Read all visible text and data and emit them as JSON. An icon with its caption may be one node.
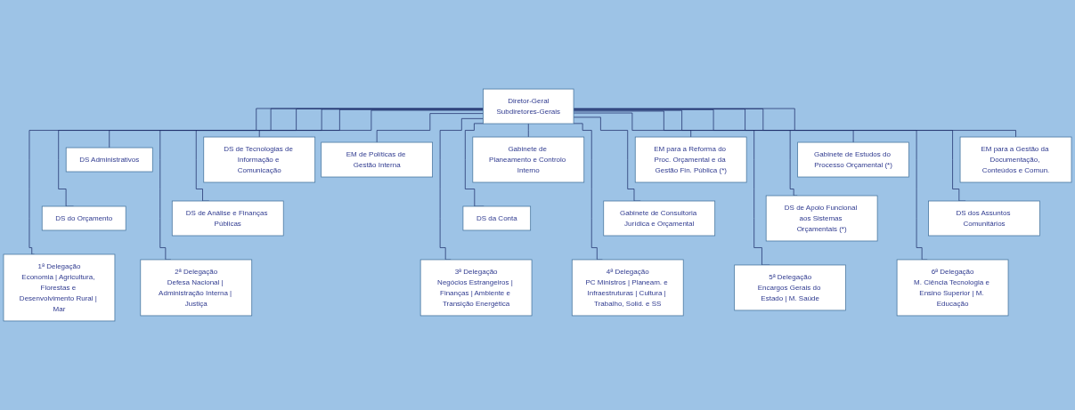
{
  "diagram": {
    "nodes": [
      {
        "text": [
          "Diretor-Geral",
          "Subdiretores-Gerais"
        ]
      },
      {
        "text": [
          "DS Administrativos"
        ]
      },
      {
        "text": [
          "DS de Tecnologias de Informação e Comunicação"
        ]
      },
      {
        "text": [
          "Gabinete de Planeamento e Controlo Interno"
        ]
      },
      {
        "text": [
          "EM para a Reforma do Proc. Orçamental e da Gestão Fin. Pública (*)"
        ]
      },
      {
        "text": [
          "Gabinete de Estudos do Processo Orçamental (*)"
        ]
      },
      {
        "text": [
          "EM para a Gestão da Documentação, Conteúdos e Comun."
        ]
      },
      {
        "text": [
          "EM de Políticas de Gestão Interna"
        ]
      },
      {
        "text": [
          "DS do Orçamento"
        ]
      },
      {
        "text": [
          "DS de Análise e Finanças Públicas"
        ]
      },
      {
        "text": [
          "DS da Conta"
        ]
      },
      {
        "text": [
          "Gabinete de Consultoria Jurídica e Orçamental"
        ]
      },
      {
        "text": [
          "DS de Apoio Funcional aos Sistemas Orçamentais (*)"
        ]
      },
      {
        "text": [
          "DS dos Assuntos Comunitários"
        ]
      },
      {
        "text": [
          "1ª Delegação",
          "Economia | Agricultura, Florestas e Desenvolvimento Rural | Mar"
        ]
      },
      {
        "text": [
          "2ª Delegação",
          "Defesa Nacional | Administração Interna | Justiça"
        ]
      },
      {
        "text": [
          "3ª Delegação",
          "Negócios Estrangeiros | Finanças | Ambiente e Transição Energética"
        ]
      },
      {
        "text": [
          "4ª Delegação",
          "PC Ministros | Planeam. e Infraestruturas | Cultura | Trabalho, Solid. e SS"
        ]
      },
      {
        "text": [
          "5ª Delegação",
          "Encargos Gerais do Estado | M. Saúde"
        ]
      },
      {
        "text": [
          "6ª Delegação",
          "M. Ciência Tecnologia e Ensino Superior | M. Educação"
        ]
      }
    ],
    "edges": [
      {
        "from": 0,
        "to": 1,
        "arrow": "none"
      },
      {
        "from": 0,
        "to": 2,
        "arrow": "none"
      },
      {
        "from": 0,
        "to": 3,
        "arrow": "none"
      },
      {
        "from": 0,
        "to": 4,
        "arrow": "none"
      },
      {
        "from": 0,
        "to": 5,
        "arrow": "none"
      },
      {
        "from": 0,
        "to": 6,
        "arrow": "none"
      },
      {
        "from": 0,
        "to": 7,
        "arrow": "none"
      },
      {
        "from": 0,
        "to": 8,
        "arrow": "none"
      },
      {
        "from": 0,
        "to": 9,
        "arrow": "none"
      },
      {
        "from": 0,
        "to": 10,
        "arrow": "none"
      },
      {
        "from": 0,
        "to": 11,
        "arrow": "none"
      },
      {
        "from": 0,
        "to": 12,
        "arrow": "none"
      },
      {
        "from": 0,
        "to": 13,
        "arrow": "none"
      },
      {
        "from": 0,
        "to": 14,
        "arrow": "none"
      },
      {
        "from": 0,
        "to": 15,
        "arrow": "none"
      },
      {
        "from": 0,
        "to": 16,
        "arrow": "none"
      },
      {
        "from": 0,
        "to": 17,
        "arrow": "none"
      },
      {
        "from": 0,
        "to": 18,
        "arrow": "none"
      },
      {
        "from": 0,
        "to": 19,
        "arrow": "none"
      }
    ]
  }
}
